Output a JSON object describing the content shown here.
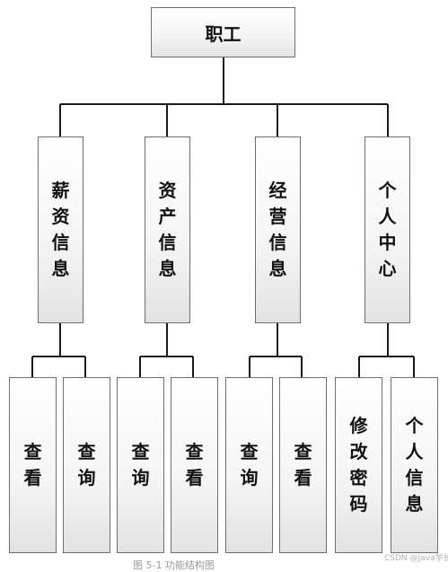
{
  "diagram": {
    "root": {
      "label": "职工"
    },
    "modules": [
      {
        "label": "薪资信息",
        "children": [
          "查看",
          "查询"
        ]
      },
      {
        "label": "资产信息",
        "children": [
          "查询",
          "查看"
        ]
      },
      {
        "label": "经营信息",
        "children": [
          "查询",
          "查看"
        ]
      },
      {
        "label": "个人中心",
        "children": [
          "修改密码",
          "个人信息"
        ]
      }
    ]
  },
  "footer": {
    "caption": "图 5-1 功能结构图",
    "watermark": "CSDN @Java学长"
  },
  "colors": {
    "line": "#1a1a1a",
    "box_border": "#6e6e6e"
  }
}
